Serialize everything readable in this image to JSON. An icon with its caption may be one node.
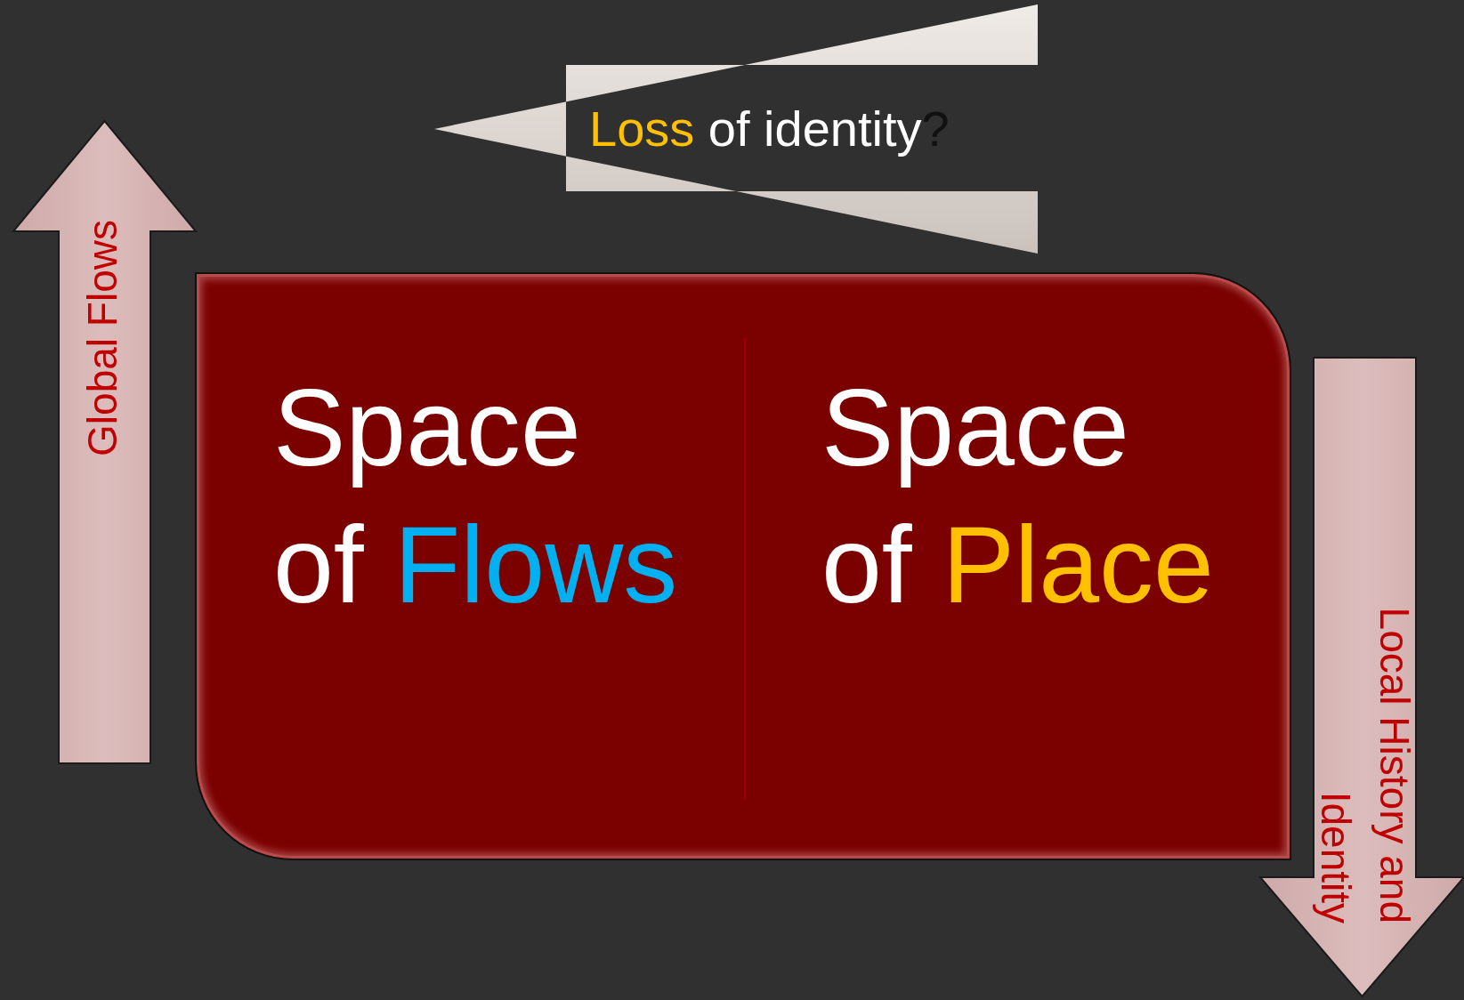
{
  "diagram": {
    "nodes": [
      {
        "text": [
          "Loss of identity?"
        ]
      },
      {
        "text": [
          "Global Flows"
        ]
      },
      {
        "text": [
          "Space of Flows",
          "Space of Place"
        ]
      },
      {
        "text": [
          "Local History and Identity"
        ]
      }
    ]
  }
}
